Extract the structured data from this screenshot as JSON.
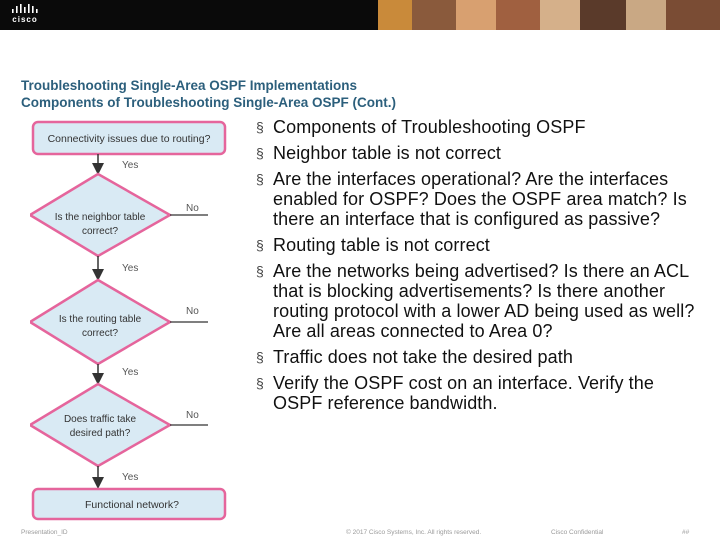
{
  "header": {
    "logo_text": "cisco",
    "brand_color": "#0a0a0a"
  },
  "title": {
    "line1": "Troubleshooting Single-Area OSPF Implementations",
    "line2": "Components of Troubleshooting Single-Area OSPF (Cont.)",
    "color": "#2c5f7c"
  },
  "flowchart": {
    "start": "Connectivity issues due to routing?",
    "decisions": [
      {
        "line1": "Is the neighbor table",
        "line2": "correct?",
        "no_label": "No"
      },
      {
        "line1": "Is the routing table",
        "line2": "correct?",
        "no_label": "No"
      },
      {
        "line1": "Does traffic take",
        "line2": "desired path?",
        "no_label": "No"
      }
    ],
    "yes_labels": [
      "Yes",
      "Yes",
      "Yes",
      "Yes"
    ],
    "end": "Functional network?",
    "border_color": "#e5659c",
    "fill_color": "#d9eaf4"
  },
  "bullets": [
    "Components of Troubleshooting OSPF",
    "Neighbor table is not correct",
    "Are the interfaces operational? Are the interfaces enabled for OSPF? Does the OSPF area match? Is there an interface that is configured as passive?",
    "Routing table is not correct",
    "Are the networks being advertised? Is there an ACL that is blocking advertisements? Is there another routing protocol with a lower AD being used as well? Are all areas connected to Area 0?",
    "Traffic does not take the desired path",
    "Verify the OSPF cost on an interface. Verify the OSPF reference bandwidth."
  ],
  "footer": {
    "presentation_id": "Presentation_ID",
    "copyright": "© 2017 Cisco Systems, Inc. All rights reserved.",
    "confidential": "Cisco Confidential",
    "page": "##"
  }
}
